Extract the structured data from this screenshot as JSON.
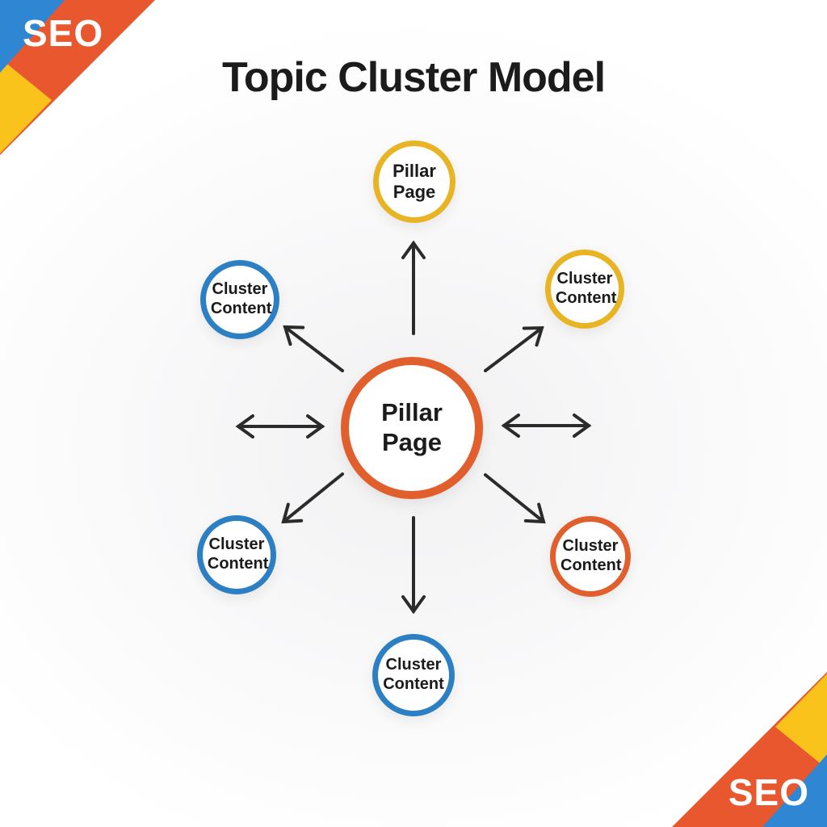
{
  "title": "Topic Cluster Model",
  "corners": {
    "top_left_label": "SEO",
    "bottom_right_label": "SEO"
  },
  "colors": {
    "blue": "#2B7FC2",
    "yellow": "#E8B424",
    "orange": "#E05F2D",
    "corner_blue": "#2F86D2",
    "corner_orange": "#E8572E",
    "corner_yellow": "#F9C31C",
    "arrow": "#2B2B2B",
    "text": "#1B1B1B",
    "badge_text": "#FFFFFF",
    "node_fill": "#FFFFFF"
  },
  "diagram": {
    "center": {
      "label": "Pillar Page",
      "ring": "orange"
    },
    "satellites": [
      {
        "id": "top",
        "label": "Pillar Page",
        "ring": "yellow"
      },
      {
        "id": "upper-left",
        "label": "Cluster Content",
        "ring": "blue"
      },
      {
        "id": "upper-right",
        "label": "Cluster Content",
        "ring": "yellow"
      },
      {
        "id": "lower-left",
        "label": "Cluster Content",
        "ring": "blue"
      },
      {
        "id": "lower-right",
        "label": "Cluster Content",
        "ring": "orange"
      },
      {
        "id": "bottom",
        "label": "Cluster Content",
        "ring": "blue"
      }
    ],
    "arrows": [
      {
        "id": "arrow-up",
        "double": false
      },
      {
        "id": "arrow-down",
        "double": false
      },
      {
        "id": "arrow-left",
        "double": true
      },
      {
        "id": "arrow-right",
        "double": true
      },
      {
        "id": "arrow-up-left",
        "double": false
      },
      {
        "id": "arrow-up-right",
        "double": false
      },
      {
        "id": "arrow-down-left",
        "double": false
      },
      {
        "id": "arrow-down-right",
        "double": false
      }
    ]
  }
}
